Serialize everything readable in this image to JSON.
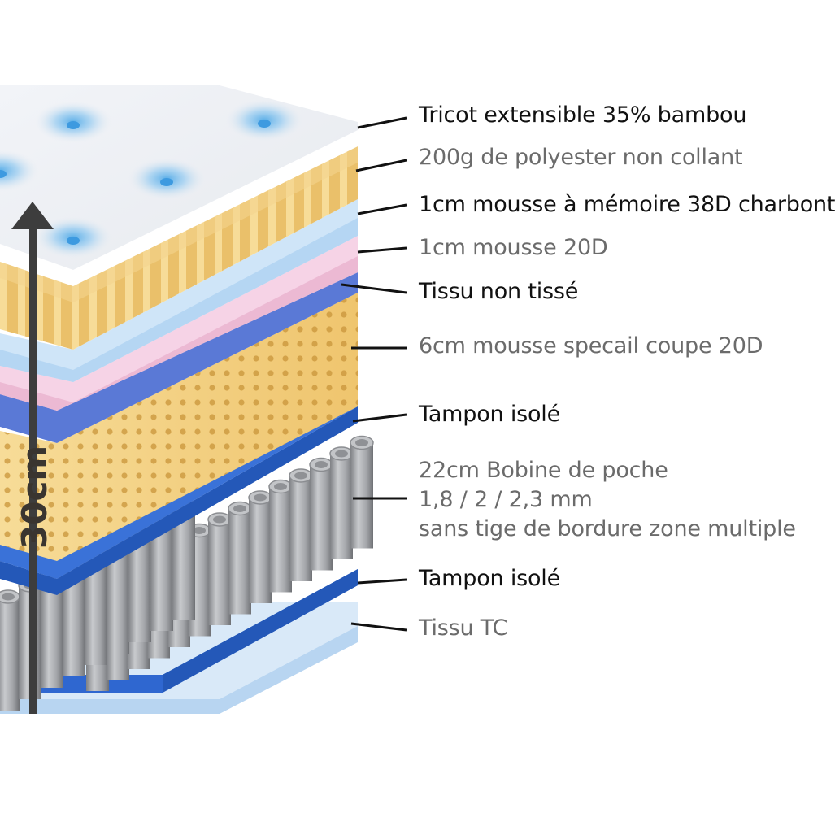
{
  "height_label": "30cm",
  "layers": [
    {
      "id": "tricot",
      "label": "Tricot extensible 35% bambou",
      "style": "dark"
    },
    {
      "id": "polyester",
      "label": "200g de polyester non collant",
      "style": "light"
    },
    {
      "id": "memory-foam",
      "label": "1cm mousse à mémoire 38D charbont",
      "style": "dark"
    },
    {
      "id": "foam-20d",
      "label": "1cm mousse 20D",
      "style": "light"
    },
    {
      "id": "non-woven",
      "label": "Tissu non tissé",
      "style": "dark"
    },
    {
      "id": "special-foam",
      "label": "6cm mousse specail coupe 20D",
      "style": "light"
    },
    {
      "id": "pad-top",
      "label": "Tampon isolé",
      "style": "dark"
    },
    {
      "id": "pocket-coil",
      "lines": [
        "22cm Bobine de poche",
        "1,8 / 2 / 2,3 mm",
        "sans tige de bordure zone multiple"
      ],
      "style": "light"
    },
    {
      "id": "pad-bottom",
      "label": "Tampon isolé",
      "style": "dark"
    },
    {
      "id": "tc-fabric",
      "label": "Tissu TC",
      "style": "light"
    }
  ],
  "colors": {
    "tricot": "#eef1f5",
    "polyester": "#f0cf86",
    "memory_foam": "#c9e2f7",
    "foam_20d": "#f6d3e6",
    "non_woven": "#5a79d6",
    "special_foam": "#f3d184",
    "pad": "#2f67d0",
    "coil": "#a7a9ad",
    "tc_fabric": "#cfe3f7",
    "arrow": "#3d3d3d",
    "leader": "#111111"
  }
}
